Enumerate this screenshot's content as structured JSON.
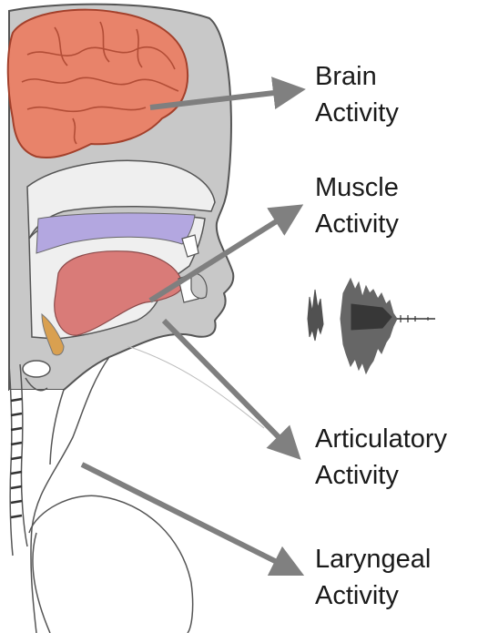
{
  "labels": {
    "brain": {
      "line1": "Brain",
      "line2": "Activity"
    },
    "muscle": {
      "line1": "Muscle",
      "line2": "Activity"
    },
    "articulatory": {
      "line1": "Articulatory",
      "line2": "Activity"
    },
    "laryngeal": {
      "line1": "Laryngeal",
      "line2": "Activity"
    }
  },
  "colors": {
    "head_fill": "#c8c8c8",
    "cavity_fill": "#efefef",
    "brain_fill": "#e8836a",
    "tongue_fill": "#d97b78",
    "palate_fill": "#b3a7e0",
    "arrow": "#7f7f7f",
    "waveform": "#333333"
  }
}
